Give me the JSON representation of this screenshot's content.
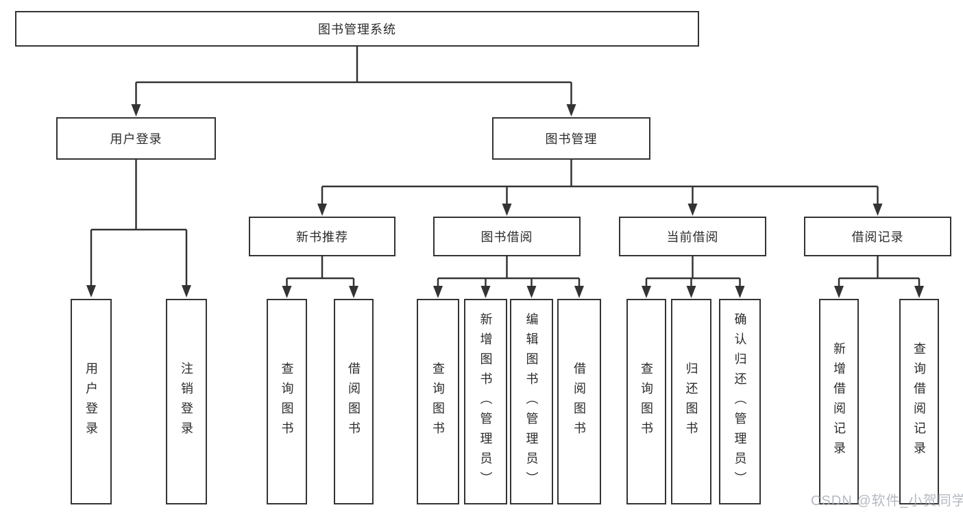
{
  "tree": {
    "root": {
      "label": "图书管理系统"
    },
    "branches": [
      {
        "label": "用户登录",
        "children": [
          {
            "label": "用户登录"
          },
          {
            "label": "注销登录"
          }
        ]
      },
      {
        "label": "图书管理",
        "children": [
          {
            "label": "新书推荐",
            "children": [
              {
                "label": "查询图书"
              },
              {
                "label": "借阅图书"
              }
            ]
          },
          {
            "label": "图书借阅",
            "children": [
              {
                "label": "查询图书"
              },
              {
                "label": "新增图书（管理员）"
              },
              {
                "label": "编辑图书（管理员）"
              },
              {
                "label": "借阅图书"
              }
            ]
          },
          {
            "label": "当前借阅",
            "children": [
              {
                "label": "查询图书"
              },
              {
                "label": "归还图书"
              },
              {
                "label": "确认归还（管理员）"
              }
            ]
          },
          {
            "label": "借阅记录",
            "children": [
              {
                "label": "新增借阅记录"
              },
              {
                "label": "查询借阅记录"
              }
            ]
          }
        ]
      }
    ]
  },
  "watermark": "CSDN @软件_小贺同学",
  "colors": {
    "line": "#333333",
    "box_border": "#333333",
    "text": "#2b2b2b",
    "background": "#ffffff",
    "watermark": "#a8adb7"
  }
}
